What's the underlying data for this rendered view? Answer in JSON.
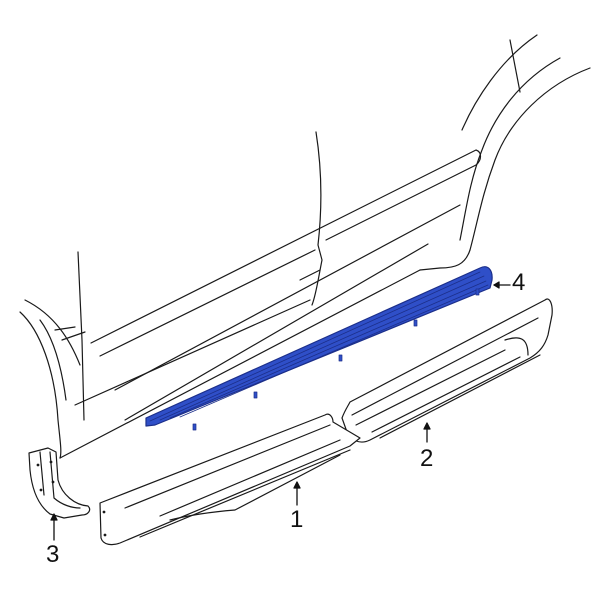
{
  "diagram": {
    "type": "parts-exploded-view",
    "highlight_color": "#2f4fc8",
    "line_color": "#1a1a1a",
    "callouts": [
      {
        "id": "1",
        "label": "1"
      },
      {
        "id": "2",
        "label": "2"
      },
      {
        "id": "3",
        "label": "3"
      },
      {
        "id": "4",
        "label": "4"
      }
    ]
  }
}
